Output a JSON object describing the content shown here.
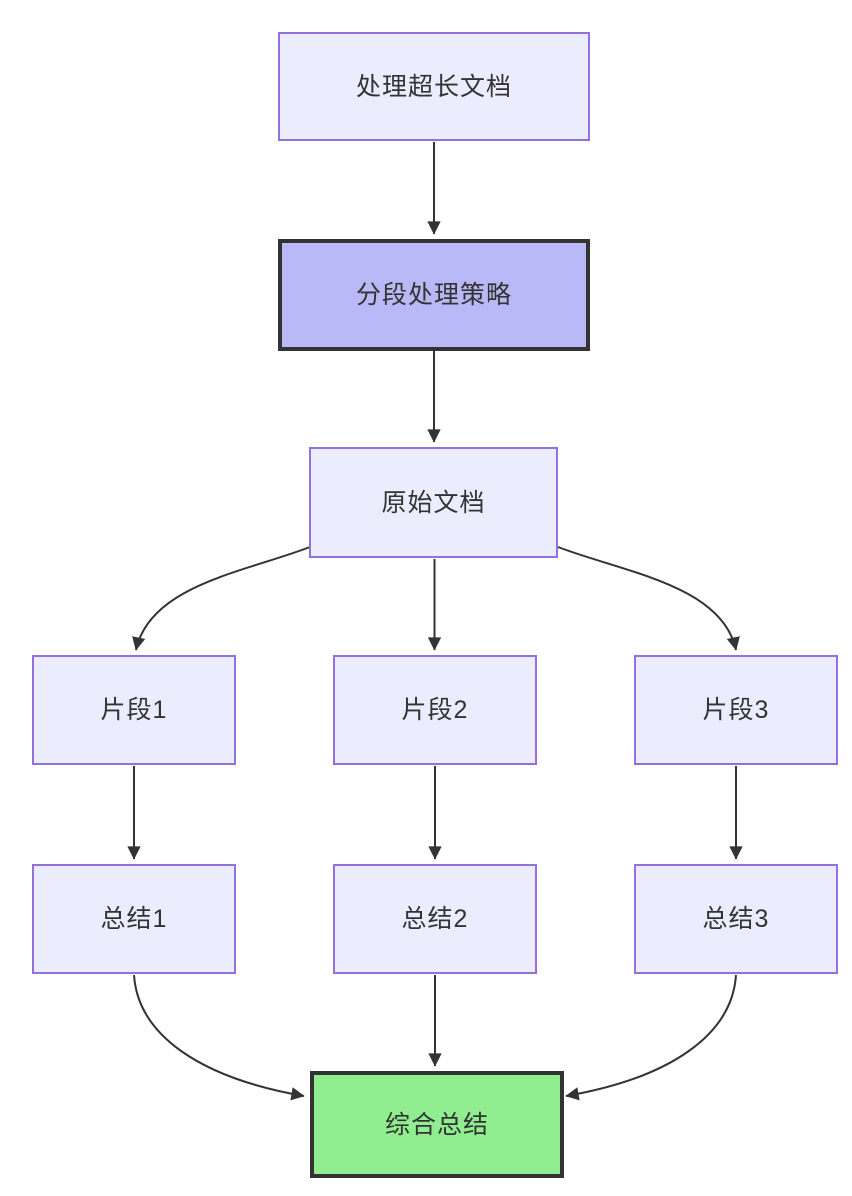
{
  "diagram": {
    "type": "flowchart",
    "direction": "top-down",
    "background": "#FFFFFF",
    "nodes": [
      {
        "id": "A",
        "label": "处理超长文档",
        "style": "default"
      },
      {
        "id": "B",
        "label": "分段处理策略",
        "style": "emphasis"
      },
      {
        "id": "C",
        "label": "原始文档",
        "style": "default"
      },
      {
        "id": "D1",
        "label": "片段1",
        "style": "default"
      },
      {
        "id": "D2",
        "label": "片段2",
        "style": "default"
      },
      {
        "id": "D3",
        "label": "片段3",
        "style": "default"
      },
      {
        "id": "E1",
        "label": "总结1",
        "style": "default"
      },
      {
        "id": "E2",
        "label": "总结2",
        "style": "default"
      },
      {
        "id": "E3",
        "label": "总结3",
        "style": "default"
      },
      {
        "id": "F",
        "label": "综合总结",
        "style": "success"
      }
    ],
    "edges": [
      {
        "from": "A",
        "to": "B"
      },
      {
        "from": "B",
        "to": "C"
      },
      {
        "from": "C",
        "to": "D1"
      },
      {
        "from": "C",
        "to": "D2"
      },
      {
        "from": "C",
        "to": "D3"
      },
      {
        "from": "D1",
        "to": "E1"
      },
      {
        "from": "D2",
        "to": "E2"
      },
      {
        "from": "D3",
        "to": "E3"
      },
      {
        "from": "E1",
        "to": "F"
      },
      {
        "from": "E2",
        "to": "F"
      },
      {
        "from": "E3",
        "to": "F"
      }
    ],
    "colors": {
      "node_fill": "#ECECFF",
      "node_border": "#9370DB",
      "emphasis_fill": "#B9B9F8",
      "emphasis_border": "#333333",
      "success_fill": "#90EE90",
      "success_border": "#333333",
      "edge_stroke": "#333333",
      "text": "#333333",
      "background": "#FFFFFF"
    }
  }
}
